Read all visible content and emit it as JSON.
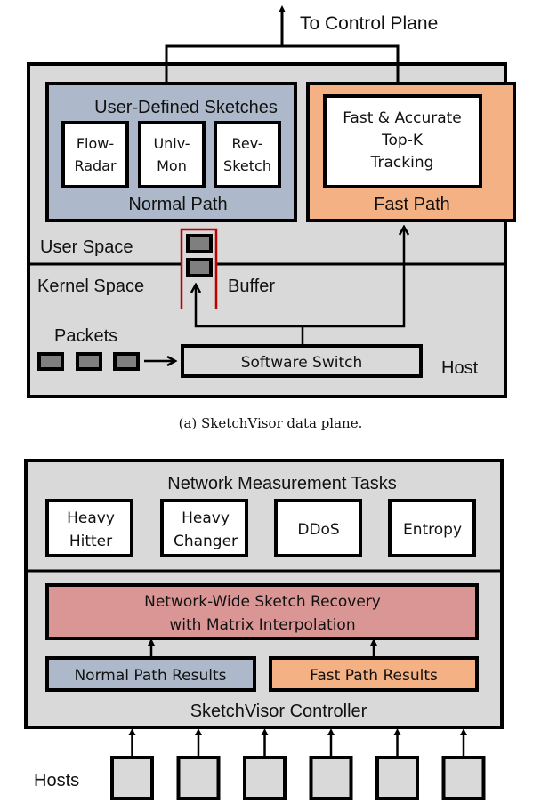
{
  "colors": {
    "panel_gray": "#d9d9d9",
    "normal_path_blue": "#adb9ca",
    "fast_path_orange": "#f4b183",
    "recovery_red": "#d99694",
    "packet_gray": "#7f7f7f",
    "buffer_red": "#c00000"
  },
  "data_plane": {
    "to_control_plane": "To Control Plane",
    "normal_path": {
      "title": "User-Defined Sketches",
      "label": "Normal Path",
      "sketches": [
        {
          "line1": "Flow-",
          "line2": "Radar"
        },
        {
          "line1": "Univ-",
          "line2": "Mon"
        },
        {
          "line1": "Rev-",
          "line2": "Sketch"
        }
      ]
    },
    "fast_path": {
      "line1": "Fast & Accurate",
      "line2": "Top-K",
      "line3": "Tracking",
      "label": "Fast Path"
    },
    "user_space": "User Space",
    "kernel_space": "Kernel Space",
    "buffer": "Buffer",
    "packets": "Packets",
    "software_switch": "Software Switch",
    "host": "Host",
    "caption": "(a)  SketchVisor data plane."
  },
  "control_plane": {
    "tasks_title": "Network Measurement Tasks",
    "tasks": [
      {
        "line1": "Heavy",
        "line2": "Hitter"
      },
      {
        "line1": "Heavy",
        "line2": "Changer"
      },
      {
        "line1": "DDoS",
        "line2": ""
      },
      {
        "line1": "Entropy",
        "line2": ""
      }
    ],
    "recovery_line1": "Network-Wide Sketch Recovery",
    "recovery_line2": "with Matrix Interpolation",
    "normal_results": "Normal Path Results",
    "fast_results": "Fast Path Results",
    "controller": "SketchVisor Controller",
    "hosts_label": "Hosts",
    "host_count": 6
  }
}
